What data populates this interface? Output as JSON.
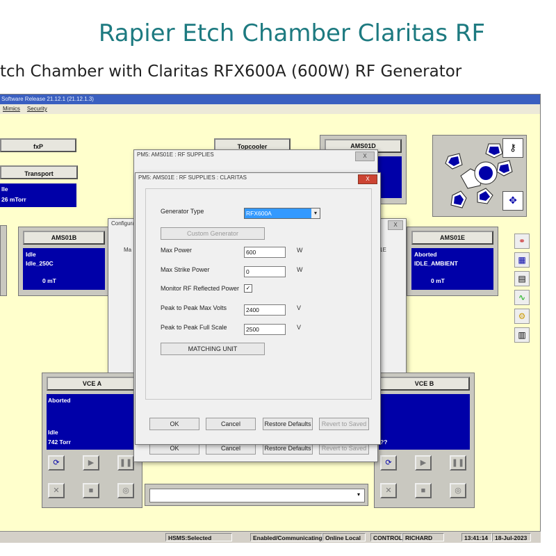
{
  "slide": {
    "title": "Rapier Etch Chamber Claritas RF",
    "subtitle": "tch Chamber with Claritas RFX600A (600W) RF Generator"
  },
  "app": {
    "titlebar": "Software Release 21.12.1 (21.12.1.3)",
    "menu": [
      "Mimics",
      "Security"
    ],
    "buttons": {
      "fxp": "fxP",
      "transport": "Transport",
      "topcooler": "Topcooler",
      "ams01d": "AMS01D"
    },
    "transport_panel": {
      "line1": "lle",
      "line2": "26 mTorr"
    },
    "ams01b": {
      "name": "AMS01B",
      "line1": "Idle",
      "line2": "Idle_250C",
      "line3": "0 mT"
    },
    "ams01e": {
      "name": "AMS01E",
      "line1": "Aborted",
      "line2": "IDLE_AMBIENT",
      "line3": "0 mT"
    },
    "vce_a": {
      "name": "VCE A",
      "line1": "Aborted",
      "line2": "Idle",
      "line3": "742 Torr"
    },
    "vce_b": {
      "name": "VCE B",
      "partial": "1E",
      "partial2": "??"
    },
    "config_tab": {
      "title": "Configura",
      "line": "Ma"
    }
  },
  "dialog_back": {
    "title": "PM5: AMS01E : RF SUPPLIES",
    "close": "X",
    "ok": "OK",
    "cancel": "Cancel",
    "restore": "Restore Defaults",
    "revert": "Revert to Saved"
  },
  "dialog": {
    "title": "PM5: AMS01E : RF SUPPLIES : CLARITAS",
    "close": "X",
    "generator_type_label": "Generator Type",
    "generator_type_value": "RFX600A",
    "custom_generator": "Custom Generator",
    "max_power_label": "Max Power",
    "max_power_value": "600",
    "max_power_unit": "W",
    "max_strike_label": "Max Strike Power",
    "max_strike_value": "0",
    "max_strike_unit": "W",
    "monitor_label": "Monitor RF Reflected Power",
    "monitor_checked": "✓",
    "pp_max_volts_label": "Peak to Peak Max Volts",
    "pp_max_volts_value": "2400",
    "pp_max_volts_unit": "V",
    "pp_full_scale_label": "Peak to Peak Full Scale",
    "pp_full_scale_value": "2500",
    "pp_full_scale_unit": "V",
    "matching_unit": "MATCHING UNIT",
    "ok": "OK",
    "cancel": "Cancel",
    "restore": "Restore Defaults",
    "revert": "Revert to Saved"
  },
  "statusbar": {
    "hsms": "HSMS:Selected",
    "comm": "Enabled/Communicating",
    "online": "Online Local",
    "control": "CONTROL",
    "user": "RICHARD",
    "time": "13:41:14",
    "date": "18-Jul-2023"
  },
  "colors": {
    "accent": "#1d7a80",
    "panel_blue": "#0000a8",
    "app_bg": "#ffffcc"
  }
}
